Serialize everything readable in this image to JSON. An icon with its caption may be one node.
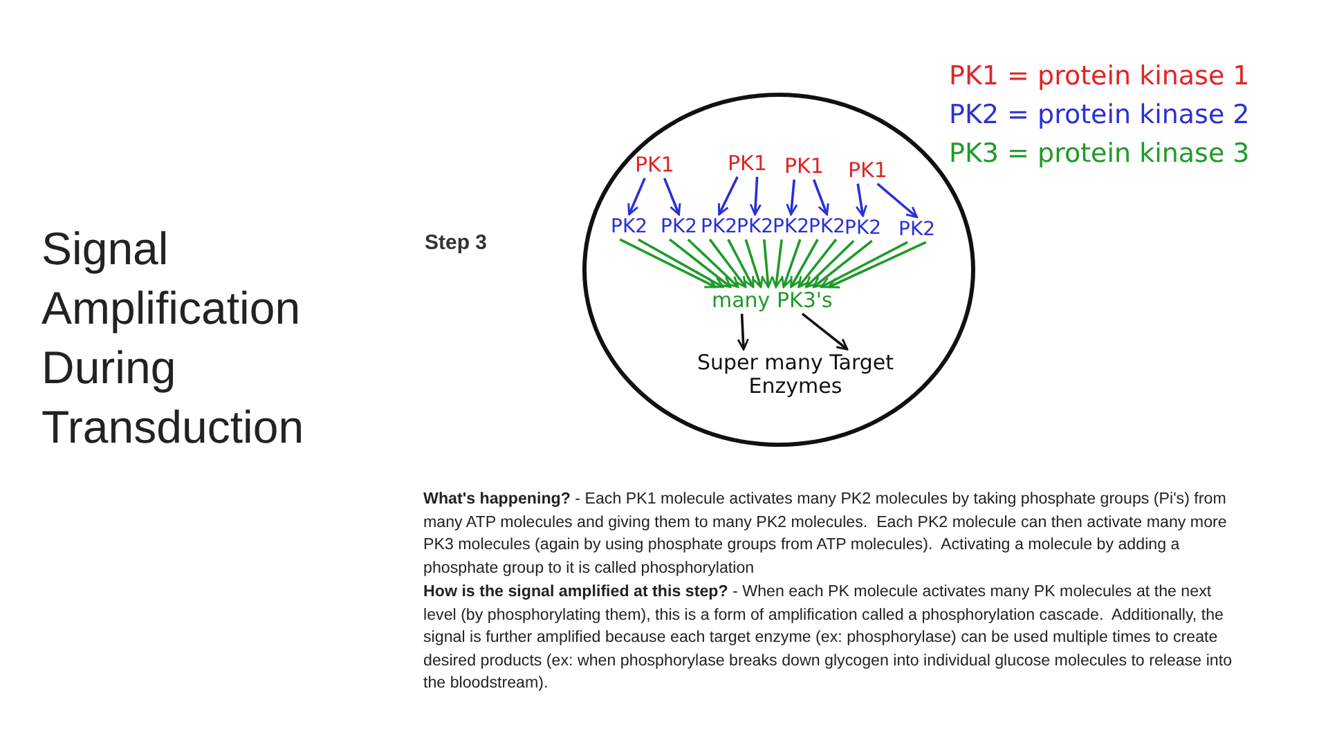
{
  "diagram": {
    "title": "Signal Amplification During Transduction",
    "nodes": [
      {
        "text": [],
        "shape": "circle"
      },
      {
        "text": [
          "PK1"
        ],
        "in": 0
      },
      {
        "text": [
          "PK1"
        ],
        "in": 0
      },
      {
        "text": [
          "PK1"
        ],
        "in": 0
      },
      {
        "text": [
          "PK1"
        ],
        "in": 0
      },
      {
        "text": [
          "PK2"
        ],
        "in": 0
      },
      {
        "text": [
          "PK2"
        ],
        "in": 0
      },
      {
        "text": [
          "PK2"
        ],
        "in": 0
      },
      {
        "text": [
          "PK2"
        ],
        "in": 0
      },
      {
        "text": [
          "PK2"
        ],
        "in": 0
      },
      {
        "text": [
          "PK2"
        ],
        "in": 0
      },
      {
        "text": [
          "PK2"
        ],
        "in": 0
      },
      {
        "text": [
          "PK2"
        ],
        "in": 0
      },
      {
        "text": [
          "many PK3's"
        ],
        "in": 0
      },
      {
        "text": [
          "Super many Target Enzymes"
        ],
        "in": 0
      }
    ],
    "edges": [
      {
        "from": 1,
        "to": 5,
        "arrow": "to",
        "color": "#2a2fd6"
      },
      {
        "from": 1,
        "to": 6,
        "arrow": "to",
        "color": "#2a2fd6"
      },
      {
        "from": 2,
        "to": 7,
        "arrow": "to",
        "color": "#2a2fd6"
      },
      {
        "from": 2,
        "to": 8,
        "arrow": "to",
        "color": "#2a2fd6"
      },
      {
        "from": 3,
        "to": 9,
        "arrow": "to",
        "color": "#2a2fd6"
      },
      {
        "from": 3,
        "to": 10,
        "arrow": "to",
        "color": "#2a2fd6"
      },
      {
        "from": 4,
        "to": 11,
        "arrow": "to",
        "color": "#2a2fd6"
      },
      {
        "from": 4,
        "to": 12,
        "arrow": "to",
        "color": "#2a2fd6"
      },
      {
        "from": 5,
        "to": 13,
        "arrow": "to"
      },
      {
        "from": 5,
        "to": 13,
        "arrow": "to"
      },
      {
        "from": 6,
        "to": 13,
        "arrow": "to"
      },
      {
        "from": 6,
        "to": 13,
        "arrow": "to"
      },
      {
        "from": 7,
        "to": 13,
        "arrow": "to"
      },
      {
        "from": 7,
        "to": 13,
        "arrow": "to"
      },
      {
        "from": 8,
        "to": 13,
        "arrow": "to"
      },
      {
        "from": 8,
        "to": 13,
        "arrow": "to"
      },
      {
        "from": 9,
        "to": 13,
        "arrow": "to"
      },
      {
        "from": 9,
        "to": 13,
        "arrow": "to"
      },
      {
        "from": 10,
        "to": 13,
        "arrow": "to"
      },
      {
        "from": 10,
        "to": 13,
        "arrow": "to"
      },
      {
        "from": 11,
        "to": 13,
        "arrow": "to"
      },
      {
        "from": 11,
        "to": 13,
        "arrow": "to"
      },
      {
        "from": 12,
        "to": 13,
        "arrow": "to"
      },
      {
        "from": 12,
        "to": 13,
        "arrow": "to"
      },
      {
        "from": 13,
        "to": 14,
        "arrow": "to",
        "color": "#111111"
      },
      {
        "from": 13,
        "to": 14,
        "arrow": "to",
        "color": "#111111"
      }
    ],
    "labels": [
      "Step 3",
      "**What's happening?** - Each PK1 molecule activates many PK2 molecules by taking phosphate groups (Pi's) from many ATP molecules and giving them to many PK2 molecules.  Each PK2 molecule can then activate many more PK3 molecules (again by using phosphate groups from ATP molecules).  Activating a molecule by adding a phosphate group to it is called phosphorylation",
      "**How is the signal amplified at this step?** - When each PK molecule activates many PK molecules at the next level (by phosphorylating them), this is a form of amplification called a phosphorylation cascade.  Additionally, the signal is further amplified because each target enzyme (ex: phosphorylase) can be used multiple times to create desired products (ex: when phosphorylase breaks down glycogen into individual glucose molecules to release into the bloodstream)."
    ],
    "legend": [
      {
        "text": "PK1 = protein kinase 1",
        "color": "#e02424"
      },
      {
        "text": "PK2 = protein kinase 2",
        "color": "#2a2fd6"
      },
      {
        "text": "PK3 = protein kinase 3",
        "color": "#1f9a2a"
      }
    ]
  }
}
